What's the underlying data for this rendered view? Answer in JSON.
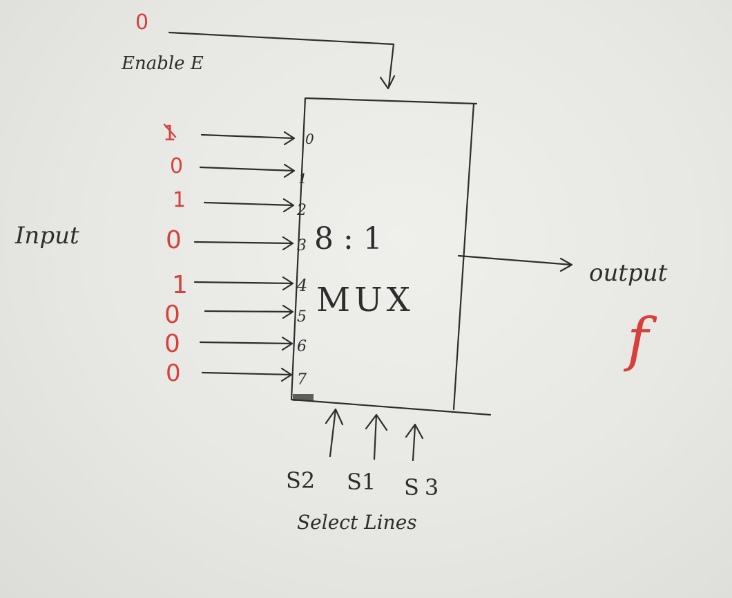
{
  "enable": {
    "value": "0",
    "label": "Enable E"
  },
  "side_label": "Input",
  "inputs": [
    {
      "value": "1",
      "index": "0"
    },
    {
      "value": "0",
      "index": "1"
    },
    {
      "value": "1",
      "index": "2"
    },
    {
      "value": "0",
      "index": "3"
    },
    {
      "value": "1",
      "index": "4"
    },
    {
      "value": "0",
      "index": "5"
    },
    {
      "value": "0",
      "index": "6"
    },
    {
      "value": "0",
      "index": "7"
    }
  ],
  "mux": {
    "ratio": "8 : 1",
    "name": "MUX"
  },
  "output": {
    "label": "output",
    "symbol": "f"
  },
  "select": {
    "lines": [
      "S2",
      "S1",
      "S3"
    ],
    "caption": "Select Lines"
  },
  "colors": {
    "ink": "#2d2d2d",
    "red_ink": "#d8403c",
    "paper": "#e6e6e2"
  }
}
